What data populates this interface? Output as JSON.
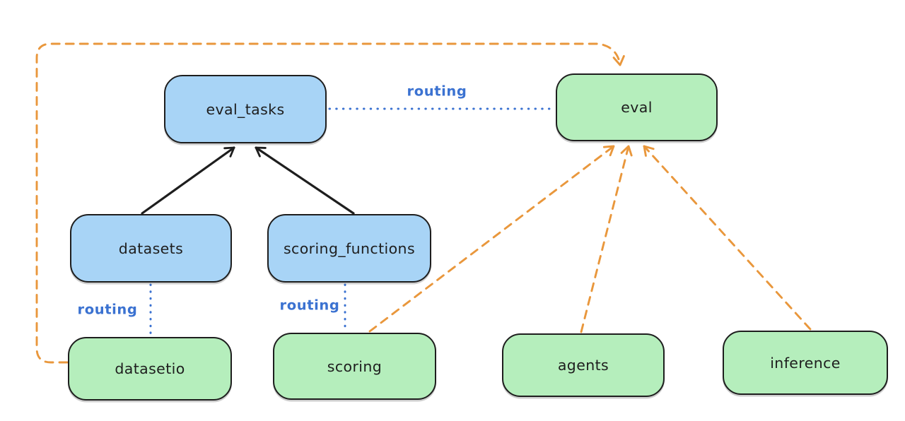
{
  "colors": {
    "background": "#ffffff",
    "ink": "#1e1e1e",
    "node_blue": "#a8d4f6",
    "node_green": "#b5eebc",
    "routing_blue": "#3b72d1",
    "provider_orange": "#e9973c"
  },
  "nodes": [
    {
      "id": "eval_tasks",
      "label": "eval_tasks",
      "color": "blue"
    },
    {
      "id": "eval",
      "label": "eval",
      "color": "green"
    },
    {
      "id": "datasets",
      "label": "datasets",
      "color": "blue"
    },
    {
      "id": "scoring_functions",
      "label": "scoring_functions",
      "color": "blue"
    },
    {
      "id": "datasetio",
      "label": "datasetio",
      "color": "green"
    },
    {
      "id": "scoring",
      "label": "scoring",
      "color": "green"
    },
    {
      "id": "agents",
      "label": "agents",
      "color": "green"
    },
    {
      "id": "inference",
      "label": "inference",
      "color": "green"
    }
  ],
  "edges": [
    {
      "from": "datasets",
      "to": "eval_tasks",
      "style": "solid-arrow",
      "color": "black",
      "label": ""
    },
    {
      "from": "scoring_functions",
      "to": "eval_tasks",
      "style": "solid-arrow",
      "color": "black",
      "label": ""
    },
    {
      "from": "eval_tasks",
      "to": "eval",
      "style": "dotted",
      "color": "blue",
      "label": "routing"
    },
    {
      "from": "datasets",
      "to": "datasetio",
      "style": "dotted",
      "color": "blue",
      "label": "routing"
    },
    {
      "from": "scoring_functions",
      "to": "scoring",
      "style": "dotted",
      "color": "blue",
      "label": "routing"
    },
    {
      "from": "datasetio",
      "to": "eval",
      "style": "dashed-arrow",
      "color": "orange",
      "label": ""
    },
    {
      "from": "scoring",
      "to": "eval",
      "style": "dashed-arrow",
      "color": "orange",
      "label": ""
    },
    {
      "from": "agents",
      "to": "eval",
      "style": "dashed-arrow",
      "color": "orange",
      "label": ""
    },
    {
      "from": "inference",
      "to": "eval",
      "style": "dashed-arrow",
      "color": "orange",
      "label": ""
    }
  ]
}
